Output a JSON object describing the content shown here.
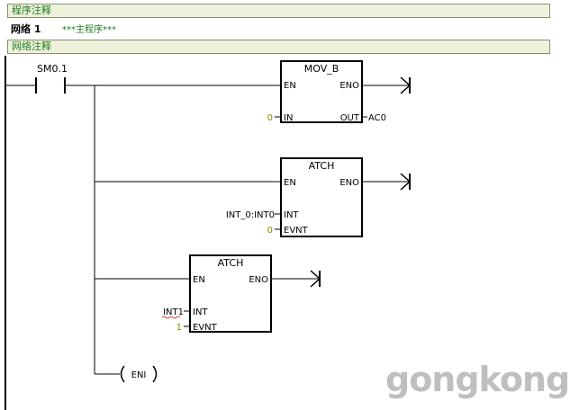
{
  "program_comment_bar": {
    "label": "程序注释"
  },
  "network": {
    "number_label": "网络 1",
    "comment": "***主程序***"
  },
  "network_comment_bar": {
    "label": "网络注释"
  },
  "contact": {
    "label": "SM0.1"
  },
  "box_mov": {
    "title": "MOV_B",
    "en": "EN",
    "eno": "ENO",
    "in_label": "IN",
    "out_label": "OUT",
    "in_value": "0",
    "out_value": "AC0"
  },
  "box_attach1": {
    "title": "ATCH",
    "en": "EN",
    "eno": "ENO",
    "int_label": "INT",
    "evnt_label": "EVNT",
    "int_value": "INT_0:INT0",
    "evnt_value": "0"
  },
  "box_attach2": {
    "title": "ATCH",
    "en": "EN",
    "eno": "ENO",
    "int_label": "INT",
    "evnt_label": "EVNT",
    "int_value": "INT1",
    "evnt_value": "1"
  },
  "coil": {
    "label": "ENI"
  },
  "watermark": "gongkong",
  "colors": {
    "green_text": "#1e7b1e",
    "bar_bg": "#eef2dc",
    "value_yellow": "#8a8a00"
  }
}
